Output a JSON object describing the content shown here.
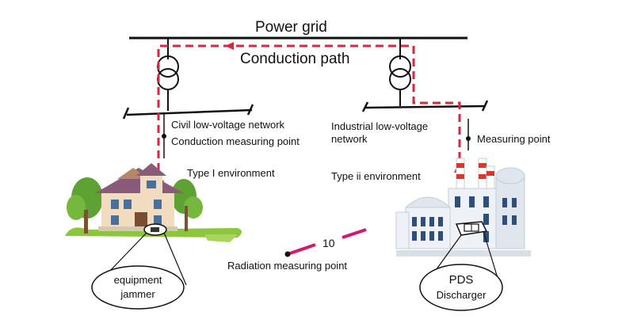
{
  "diagram": {
    "power_grid_label": "Power grid",
    "conduction_path_label": "Conduction path",
    "civil_network_label": "Civil low-voltage network",
    "conduction_measuring_point_label": "Conduction measuring point",
    "industrial_network_label_line1": "Industrial low-voltage",
    "industrial_network_label_line2": "network",
    "measuring_point_label": "Measuring point",
    "type1_environment_label": "Type I environment",
    "type2_environment_label": "Type ii environment",
    "distance_label": "10",
    "radiation_measuring_point_label": "Radiation measuring point",
    "callout_left_line1": "equipment",
    "callout_left_line2": "jammer",
    "callout_right_line1": "PDS",
    "callout_right_line2": "Discharger"
  },
  "colors": {
    "line": "#111111",
    "conduction_path": "#d42a3a",
    "radiation_distance": "#d6166f",
    "grass": "#8cc63f",
    "house_wall": "#f2dcc0",
    "house_roof": "#8a5a7a",
    "factory_wall": "#dfe6ee",
    "factory_window": "#2f4f7a",
    "chimney_red": "#d8382c"
  },
  "icons": {
    "house": "house-icon",
    "factory": "factory-icon",
    "transformer": "transformer-icon"
  }
}
